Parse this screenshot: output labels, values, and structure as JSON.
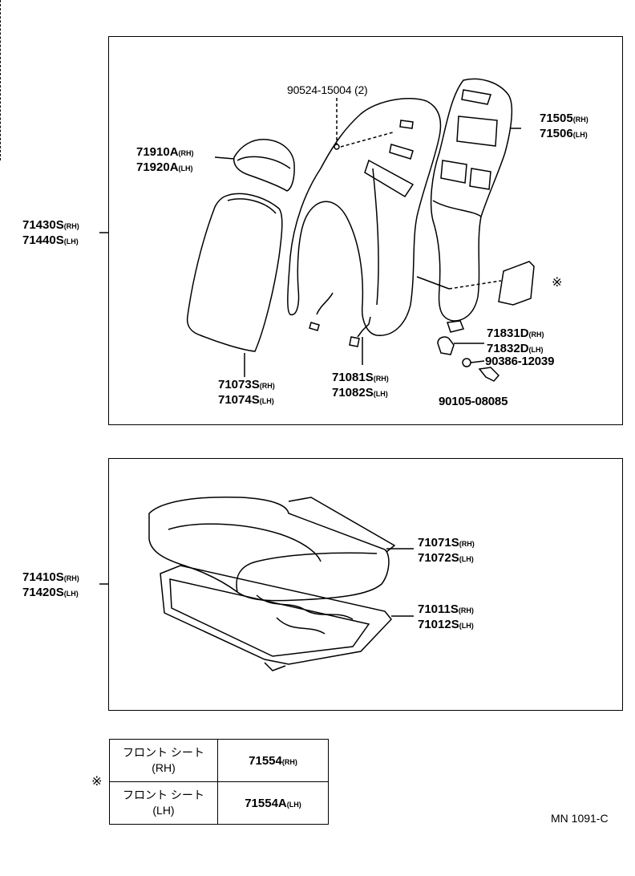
{
  "top_labels": {
    "bolt_90524": "90524-15004 (2)",
    "back_panel_rh": "71505",
    "back_panel_rh_suffix": "(RH)",
    "back_panel_lh": "71506",
    "back_panel_lh_suffix": "(LH)",
    "headrest_rh": "71910A",
    "headrest_rh_suffix": "(RH)",
    "headrest_lh": "71920A",
    "headrest_lh_suffix": "(LH)",
    "back_assy_rh": "71430S",
    "back_assy_rh_suffix": "(RH)",
    "back_assy_lh": "71440S",
    "back_assy_lh_suffix": "(LH)",
    "back_cover_rh": "71073S",
    "back_cover_rh_suffix": "(RH)",
    "back_cover_lh": "71074S",
    "back_cover_lh_suffix": "(LH)",
    "back_pad_rh": "71081S",
    "back_pad_rh_suffix": "(RH)",
    "back_pad_lh": "71082S",
    "back_pad_lh_suffix": "(LH)",
    "hook_rh": "71831D",
    "hook_rh_suffix": "(RH)",
    "hook_lh": "71832D",
    "hook_lh_suffix": "(LH)",
    "nut": "90386-12039",
    "bolt_90105": "90105-08085",
    "mark": "※"
  },
  "bottom_labels": {
    "cushion_assy_rh": "71410S",
    "cushion_assy_rh_suffix": "(RH)",
    "cushion_assy_lh": "71420S",
    "cushion_assy_lh_suffix": "(LH)",
    "cushion_cover_rh": "71071S",
    "cushion_cover_rh_suffix": "(RH)",
    "cushion_cover_lh": "71072S",
    "cushion_cover_lh_suffix": "(LH)",
    "cushion_frame_rh": "71011S",
    "cushion_frame_rh_suffix": "(RH)",
    "cushion_frame_lh": "71012S",
    "cushion_frame_lh_suffix": "(LH)"
  },
  "legend": {
    "mark": "※",
    "rows": [
      {
        "desc_line1": "フロント シート",
        "desc_line2": "(RH)",
        "part": "71554",
        "suffix": "(RH)"
      },
      {
        "desc_line1": "フロント シート",
        "desc_line2": "(LH)",
        "part": "71554A",
        "suffix": "(LH)"
      }
    ]
  },
  "footer": "MN 1091-C"
}
